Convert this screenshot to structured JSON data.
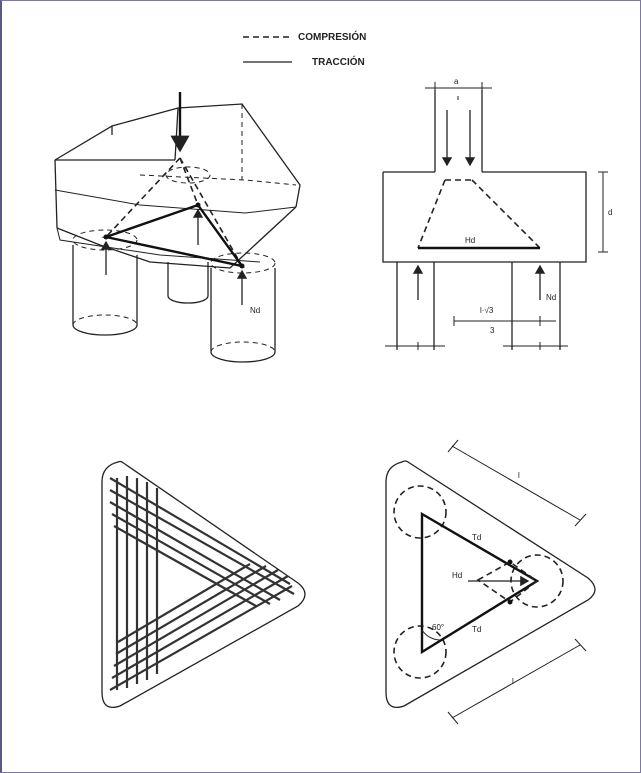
{
  "legend": {
    "compression": "COMPRESIÓN",
    "traction": "TRACCIÓN"
  },
  "labels": {
    "nd_axon": "Nd",
    "a_dim": "a",
    "d_dim": "d",
    "hd_section": "Hd",
    "nd_section": "Nd",
    "l_root3": "l·√3",
    "l_root3_den": "3",
    "td_top": "Td",
    "td_bottom": "Td",
    "hd_plan": "Hd",
    "angle": "60°",
    "l_top": "l",
    "l_bottom": "l"
  }
}
